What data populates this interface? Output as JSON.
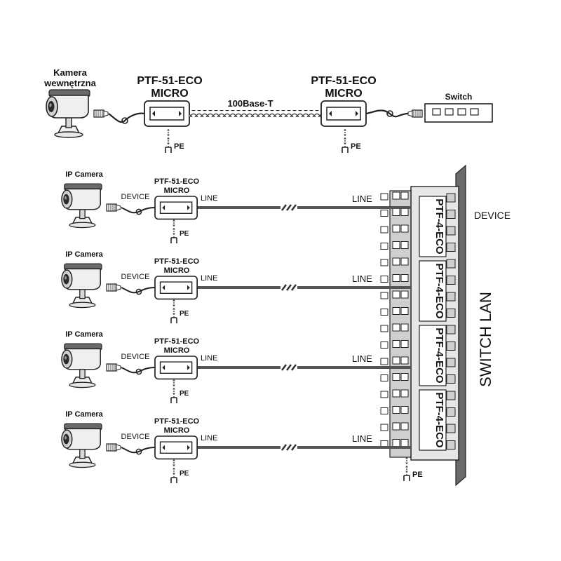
{
  "top": {
    "camera_label_line1": "Kamera",
    "camera_label_line2": "wewnętrzna",
    "protector_left_line1": "PTF-51-ECO",
    "protector_left_line2": "MICRO",
    "protector_right_line1": "PTF-51-ECO",
    "protector_right_line2": "MICRO",
    "link_label": "100Base-T",
    "pe_left": "PE",
    "pe_right": "PE",
    "switch_label": "Switch"
  },
  "rows": [
    {
      "camera_label": "IP Camera",
      "protector_line1": "PTF-51-ECO",
      "protector_line2": "MICRO",
      "device_label": "DEVICE",
      "line_label": "LINE",
      "far_line_label": "LINE",
      "pe_label": "PE"
    },
    {
      "camera_label": "IP Camera",
      "protector_line1": "PTF-51-ECO",
      "protector_line2": "MICRO",
      "device_label": "DEVICE",
      "line_label": "LINE",
      "far_line_label": "LINE",
      "pe_label": "PE"
    },
    {
      "camera_label": "IP Camera",
      "protector_line1": "PTF-51-ECO",
      "protector_line2": "MICRO",
      "device_label": "DEVICE",
      "line_label": "LINE",
      "far_line_label": "LINE",
      "pe_label": "PE"
    },
    {
      "camera_label": "IP Camera",
      "protector_line1": "PTF-51-ECO",
      "protector_line2": "MICRO",
      "device_label": "DEVICE",
      "line_label": "LINE",
      "far_line_label": "LINE",
      "pe_label": "PE"
    }
  ],
  "panel": {
    "module_labels": [
      "PTF-4-ECO",
      "PTF-4-ECO",
      "PTF-4-ECO",
      "PTF-4-ECO"
    ],
    "device_label": "DEVICE",
    "switch_lan_label": "SWITCH LAN",
    "pe_label": "PE"
  },
  "icons": [
    "camera-icon",
    "rj45-plug-icon",
    "ground-terminal-icon",
    "switch-icon",
    "patch-panel-icon"
  ]
}
